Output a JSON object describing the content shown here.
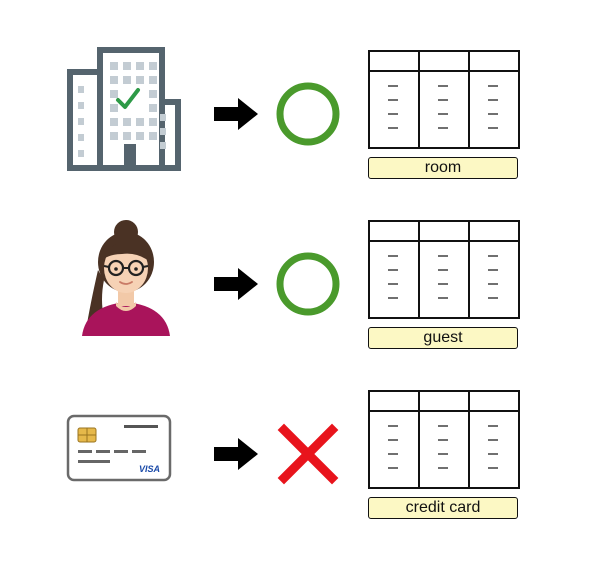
{
  "rows": [
    {
      "subject_icon": "office-building-icon",
      "result_icon": "circle-ok-icon",
      "table_label": "room"
    },
    {
      "subject_icon": "woman-with-glasses-icon",
      "result_icon": "circle-ok-icon",
      "table_label": "guest"
    },
    {
      "subject_icon": "credit-card-icon",
      "result_icon": "cross-ng-icon",
      "table_label": "credit card"
    }
  ],
  "card": {
    "brand": "VISA"
  },
  "colors": {
    "ok": "#4a9a2c",
    "ng": "#e8141c",
    "building": "#55646e",
    "label_bg": "#fcf8c4"
  }
}
